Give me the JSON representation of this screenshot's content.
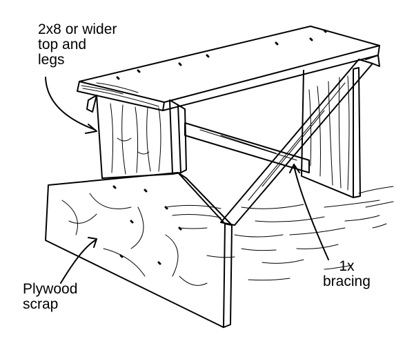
{
  "labels": {
    "top_legs": [
      "2x8 or wider",
      "top and",
      "legs"
    ],
    "plywood": [
      "Plywood",
      "scrap"
    ],
    "bracing": [
      "1x",
      "bracing"
    ]
  },
  "colors": {
    "ink": "#000000",
    "paper": "#ffffff"
  }
}
